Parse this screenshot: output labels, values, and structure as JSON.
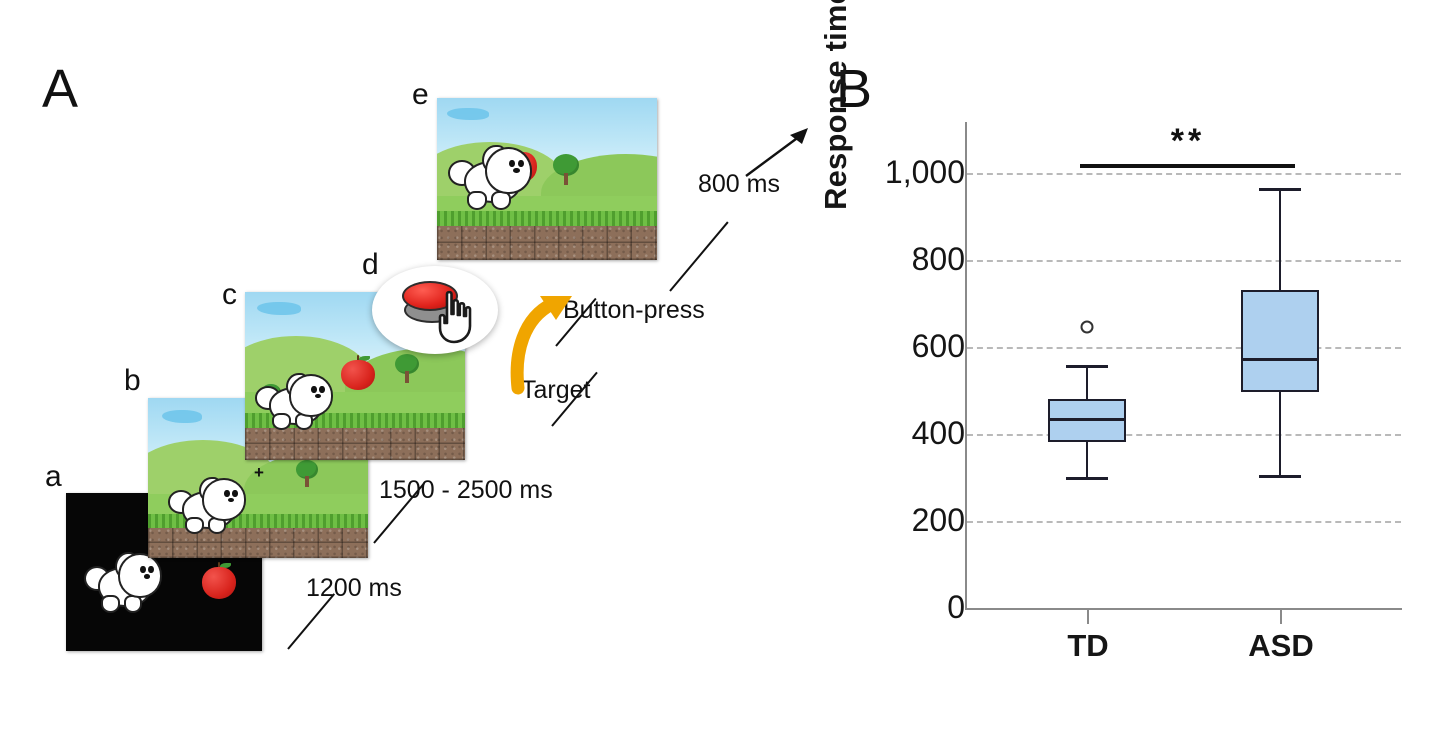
{
  "panels": {
    "a_letter": "A",
    "b_letter": "B"
  },
  "panel_a": {
    "frames": [
      {
        "key": "a",
        "label": "a",
        "description": "black-screen-with-dog-and-apple"
      },
      {
        "key": "b",
        "label": "b",
        "description": "scene-with-fixation-cross"
      },
      {
        "key": "c",
        "label": "c",
        "description": "scene-with-apple-target"
      },
      {
        "key": "d",
        "label": "d",
        "description": "button-press-inset"
      },
      {
        "key": "e",
        "label": "e",
        "description": "scene-dog-catches-apple"
      }
    ],
    "fixation_cross": "+",
    "timing_labels": [
      {
        "name": "duration-1200ms",
        "text": "1200 ms"
      },
      {
        "name": "duration-1500-2500ms",
        "text": "1500 - 2500 ms"
      },
      {
        "name": "duration-800ms",
        "text": "800 ms"
      }
    ],
    "event_labels": [
      {
        "name": "target-label",
        "text": "Target"
      },
      {
        "name": "button-press-label",
        "text": "Button-press"
      }
    ],
    "arrow_color": "#f0a500"
  },
  "chart_data": {
    "type": "box",
    "title": "",
    "xlabel": "",
    "ylabel": "Response time (ms)",
    "ylim": [
      0,
      1100
    ],
    "yticks": [
      0,
      200,
      400,
      600,
      800,
      1000
    ],
    "ytick_labels": [
      "0",
      "200",
      "400",
      "600",
      "800",
      "1,000"
    ],
    "grid": "horizontal-dashed",
    "categories": [
      "TD",
      "ASD"
    ],
    "boxes": [
      {
        "name": "TD",
        "whisker_low": 300,
        "q1": 382,
        "median": 438,
        "q3": 482,
        "whisker_high": 557,
        "outliers": [
          645
        ]
      },
      {
        "name": "ASD",
        "whisker_low": 305,
        "q1": 498,
        "median": 573,
        "q3": 727,
        "whisker_high": 962,
        "outliers": []
      }
    ],
    "annotations": [
      {
        "name": "significance-bracket",
        "text": "**",
        "from": "TD",
        "to": "ASD",
        "y": 1030
      }
    ],
    "box_fill_color": "#aed0ef",
    "box_edge_color": "#1d1d2b",
    "grid_color": "#b9b9b9",
    "axis_color": "#8a8a8a"
  }
}
